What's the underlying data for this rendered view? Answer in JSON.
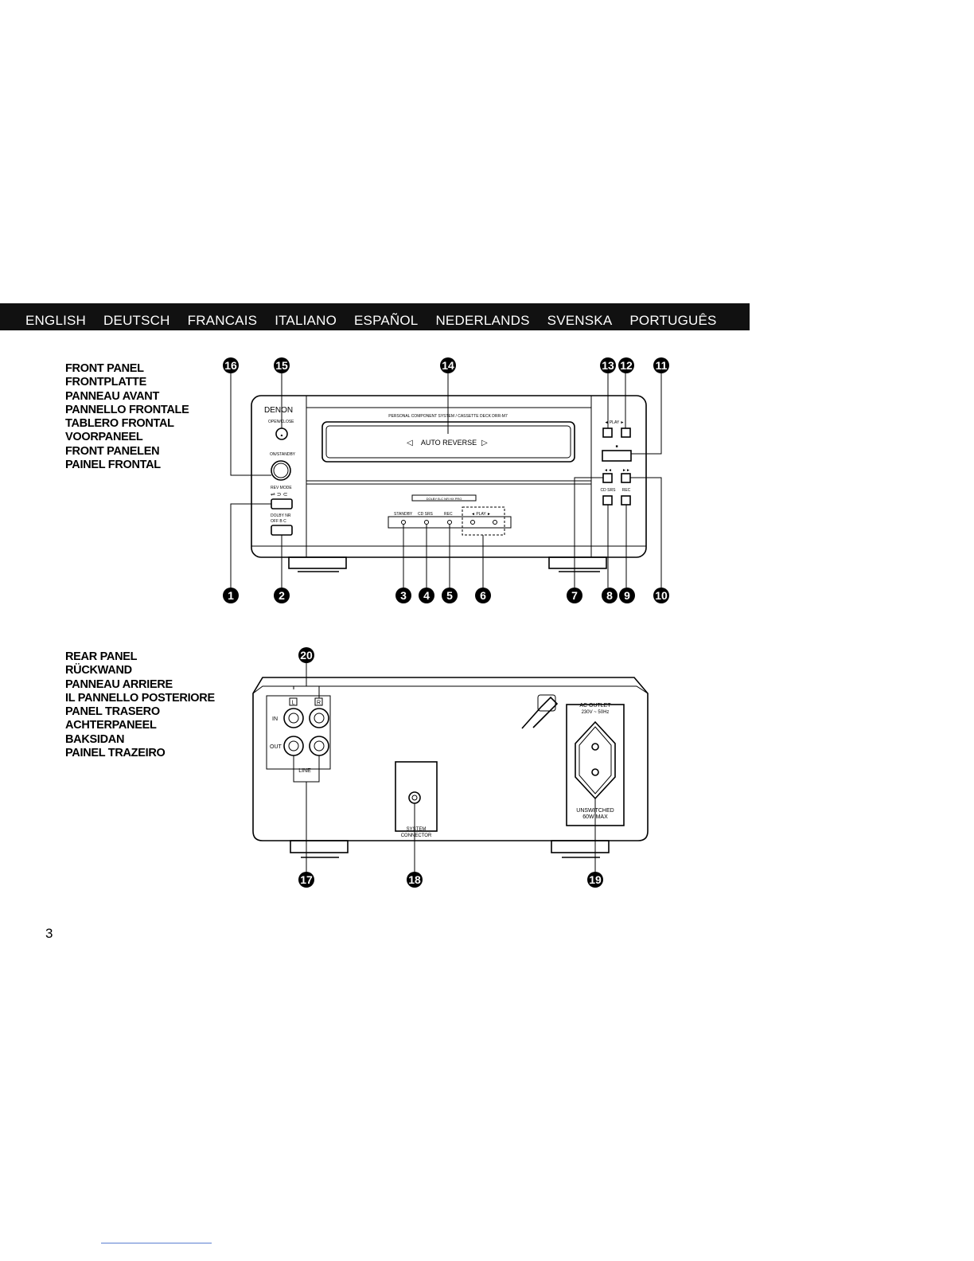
{
  "languages": [
    "ENGLISH",
    "DEUTSCH",
    "FRANCAIS",
    "ITALIANO",
    "ESPAÑOL",
    "NEDERLANDS",
    "SVENSKA",
    "PORTUGUÊS"
  ],
  "front_panel_titles": [
    "FRONT PANEL",
    "FRONTPLATTE",
    "PANNEAU AVANT",
    "PANNELLO FRONTALE",
    "TABLERO FRONTAL",
    "VOORPANEEL",
    "FRONT PANELEN",
    "PAINEL FRONTAL"
  ],
  "rear_panel_titles": [
    "REAR PANEL",
    "RÜCKWAND",
    "PANNEAU ARRIERE",
    "IL PANNELLO POSTERIORE",
    "PANEL TRASERO",
    "ACHTERPANEEL",
    "BAKSIDAN",
    "PAINEL TRAZEIRO"
  ],
  "front_device": {
    "brand": "DENON",
    "model_line": "PERSONAL COMPONENT SYSTEM / CASSETTE DECK DRR-M7",
    "auto_reverse": "AUTO REVERSE",
    "open_close": "OPEN/CLOSE",
    "on_standby": "ON/STANDBY",
    "rev_mode": "REV MODE",
    "dolby_nr": "DOLBY NR",
    "dolby_opts": "OFF  B  C",
    "dolby_badge": "DOLBY B-C NR HX PRO",
    "standby": "STANDBY",
    "cd_srs_ind": "CD SRS",
    "rec_ind": "REC",
    "play_ind": "◄  PLAY  ►",
    "play_label": "◄ PLAY ►",
    "stop_symbol": "■",
    "rew_symbol": "◄◄",
    "ff_symbol": "►►",
    "cd_srs": "CD SRS",
    "rec": "REC"
  },
  "rear_device": {
    "in": "IN",
    "out": "OUT",
    "line": "LINE",
    "ch_l": "L",
    "ch_r": "R",
    "system_connector_1": "SYSTEM",
    "system_connector_2": "CONNECTOR",
    "ac_outlet_1": "AC OUTLET",
    "ac_outlet_2": "230V ~ 50Hz",
    "unswitched_1": "UNSWITCHED",
    "unswitched_2": "60W MAX"
  },
  "callouts": {
    "c1": "1",
    "c2": "2",
    "c3": "3",
    "c4": "4",
    "c5": "5",
    "c6": "6",
    "c7": "7",
    "c8": "8",
    "c9": "9",
    "c10": "10",
    "c11": "11",
    "c12": "12",
    "c13": "13",
    "c14": "14",
    "c15": "15",
    "c16": "16",
    "c17": "17",
    "c18": "18",
    "c19": "19",
    "c20": "20"
  },
  "page_number": "3"
}
